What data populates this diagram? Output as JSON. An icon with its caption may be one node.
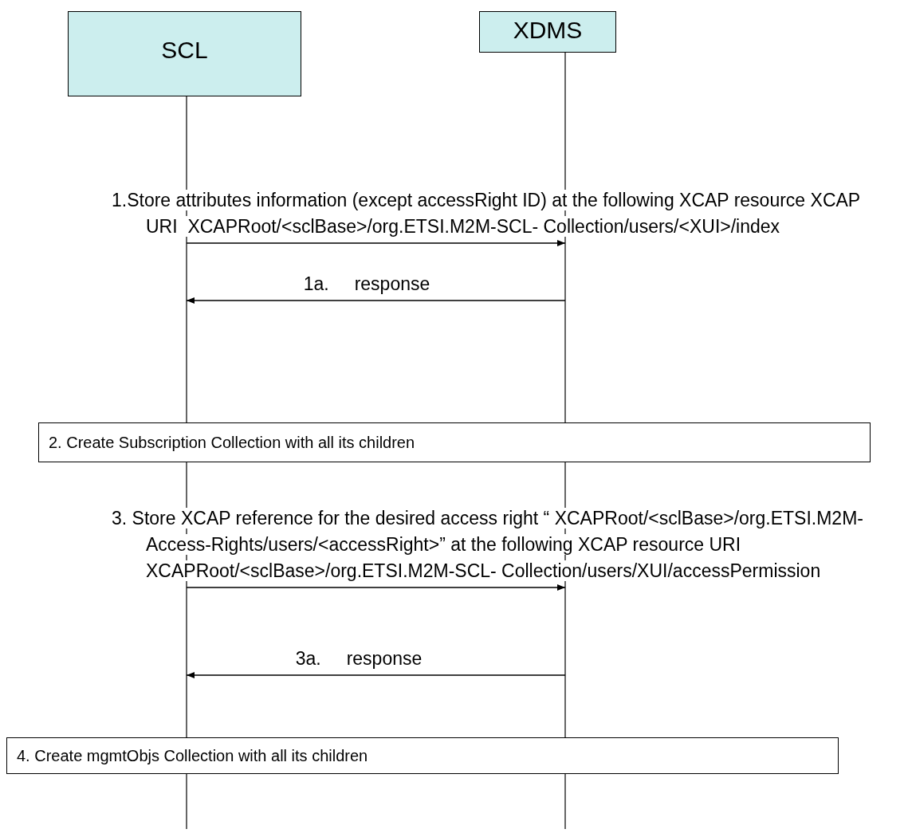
{
  "diagram": {
    "nodes": [
      {
        "text": [
          "SCL"
        ]
      },
      {
        "text": [
          "XDMS"
        ]
      },
      {
        "text": [
          "2. Create Subscription Collection with all its children"
        ]
      },
      {
        "text": [
          "4. Create mgmtObjs Collection with all its children"
        ]
      }
    ],
    "edges": [
      {
        "from": 0,
        "to": 1,
        "arrow": "to",
        "label": "1.Store attributes information (except accessRight ID) at the following XCAP resource XCAP URI  XCAPRoot/<sclBase>/org.ETSI.M2M-SCL- Collection/users/<XUI>/index"
      },
      {
        "from": 1,
        "to": 0,
        "arrow": "to",
        "label": "1a.     response"
      },
      {
        "from": 0,
        "to": 1,
        "arrow": "to",
        "label": "3. Store XCAP reference for the desired access right “ XCAPRoot/<sclBase>/org.ETSI.M2M-Access-Rights/users/<accessRight>” at the following XCAP resource URI  XCAPRoot/<sclBase>/org.ETSI.M2M-SCL- Collection/users/XUI/accessPermission"
      },
      {
        "from": 1,
        "to": 0,
        "arrow": "to",
        "label": "3a.     response"
      }
    ]
  }
}
